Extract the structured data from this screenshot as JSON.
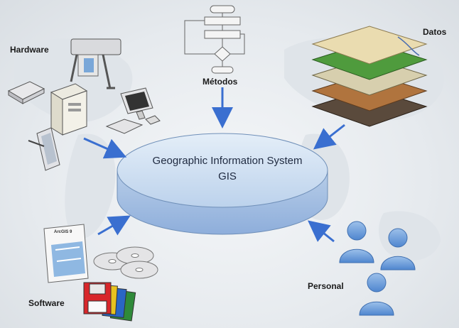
{
  "center": {
    "title": "Geographic Information System",
    "subtitle": "GIS"
  },
  "nodes": {
    "hardware": "Hardware",
    "methods": "Métodos",
    "data": "Datos",
    "software": "Software",
    "people": "Personal"
  },
  "software_box_label": "ArcGIS 9",
  "colors": {
    "disk_top": "#cfdff0",
    "disk_side": "#a9c3e3",
    "arrow": "#3a6fd0",
    "person": "#6f9fd8"
  }
}
